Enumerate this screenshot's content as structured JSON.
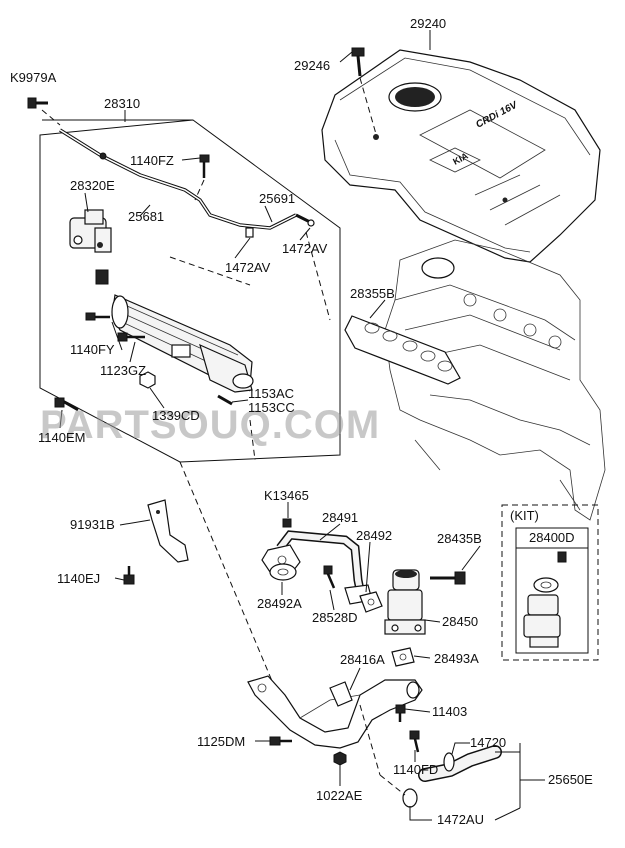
{
  "labels": {
    "p29240": "29240",
    "p29246": "29246",
    "pK9979A": "K9979A",
    "p28310": "28310",
    "p1140FZ": "1140FZ",
    "p28320E": "28320E",
    "p25691": "25691",
    "p25681": "25681",
    "p1472AV_a": "1472AV",
    "p1472AV_b": "1472AV",
    "p28355B": "28355B",
    "p1140FY": "1140FY",
    "p1123GZ": "1123GZ",
    "p1153AC": "1153AC",
    "p1153CC": "1153CC",
    "p1339CD": "1339CD",
    "p1140EM": "1140EM",
    "pK13465": "K13465",
    "p28491": "28491",
    "p91931B": "91931B",
    "p28492": "28492",
    "p28435B": "28435B",
    "p1140EJ": "1140EJ",
    "p28492A": "28492A",
    "p28528D": "28528D",
    "p28450": "28450",
    "p28416A": "28416A",
    "p28493A": "28493A",
    "p11403": "11403",
    "p1125DM": "1125DM",
    "p14720": "14720",
    "p25650E": "25650E",
    "p1140FD": "1140FD",
    "p1022AE": "1022AE",
    "p1472AU": "1472AU",
    "kit": "(KIT)",
    "p28400D": "28400D"
  },
  "engine_cover_text": "CRDi 16V",
  "engine_cover_brand": "KIA",
  "watermark": "PARTSOUQ.COM"
}
